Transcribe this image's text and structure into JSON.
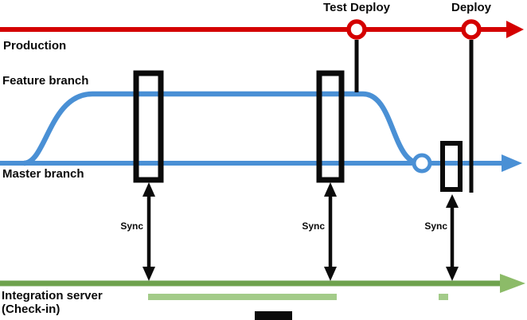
{
  "diagram": {
    "production_line": {
      "label": "Production",
      "color": "#d40000",
      "events": [
        {
          "label": "Test Deploy"
        },
        {
          "label": "Deploy"
        }
      ]
    },
    "feature_branch": {
      "label": "Feature branch",
      "color": "#4a90d5"
    },
    "master_branch": {
      "label": "Master branch",
      "color": "#4a90d5"
    },
    "integration_line": {
      "label_line1": "Integration server",
      "label_line2": "(Check-in)",
      "color": "#6ea24e",
      "highlight_bar_color": "#a3cb89"
    },
    "sync_points": [
      {
        "label": "Sync"
      },
      {
        "label": "Sync"
      },
      {
        "label": "Sync"
      }
    ],
    "merge_node_color": "#4a90d5",
    "box_color": "#0b0b0b"
  }
}
